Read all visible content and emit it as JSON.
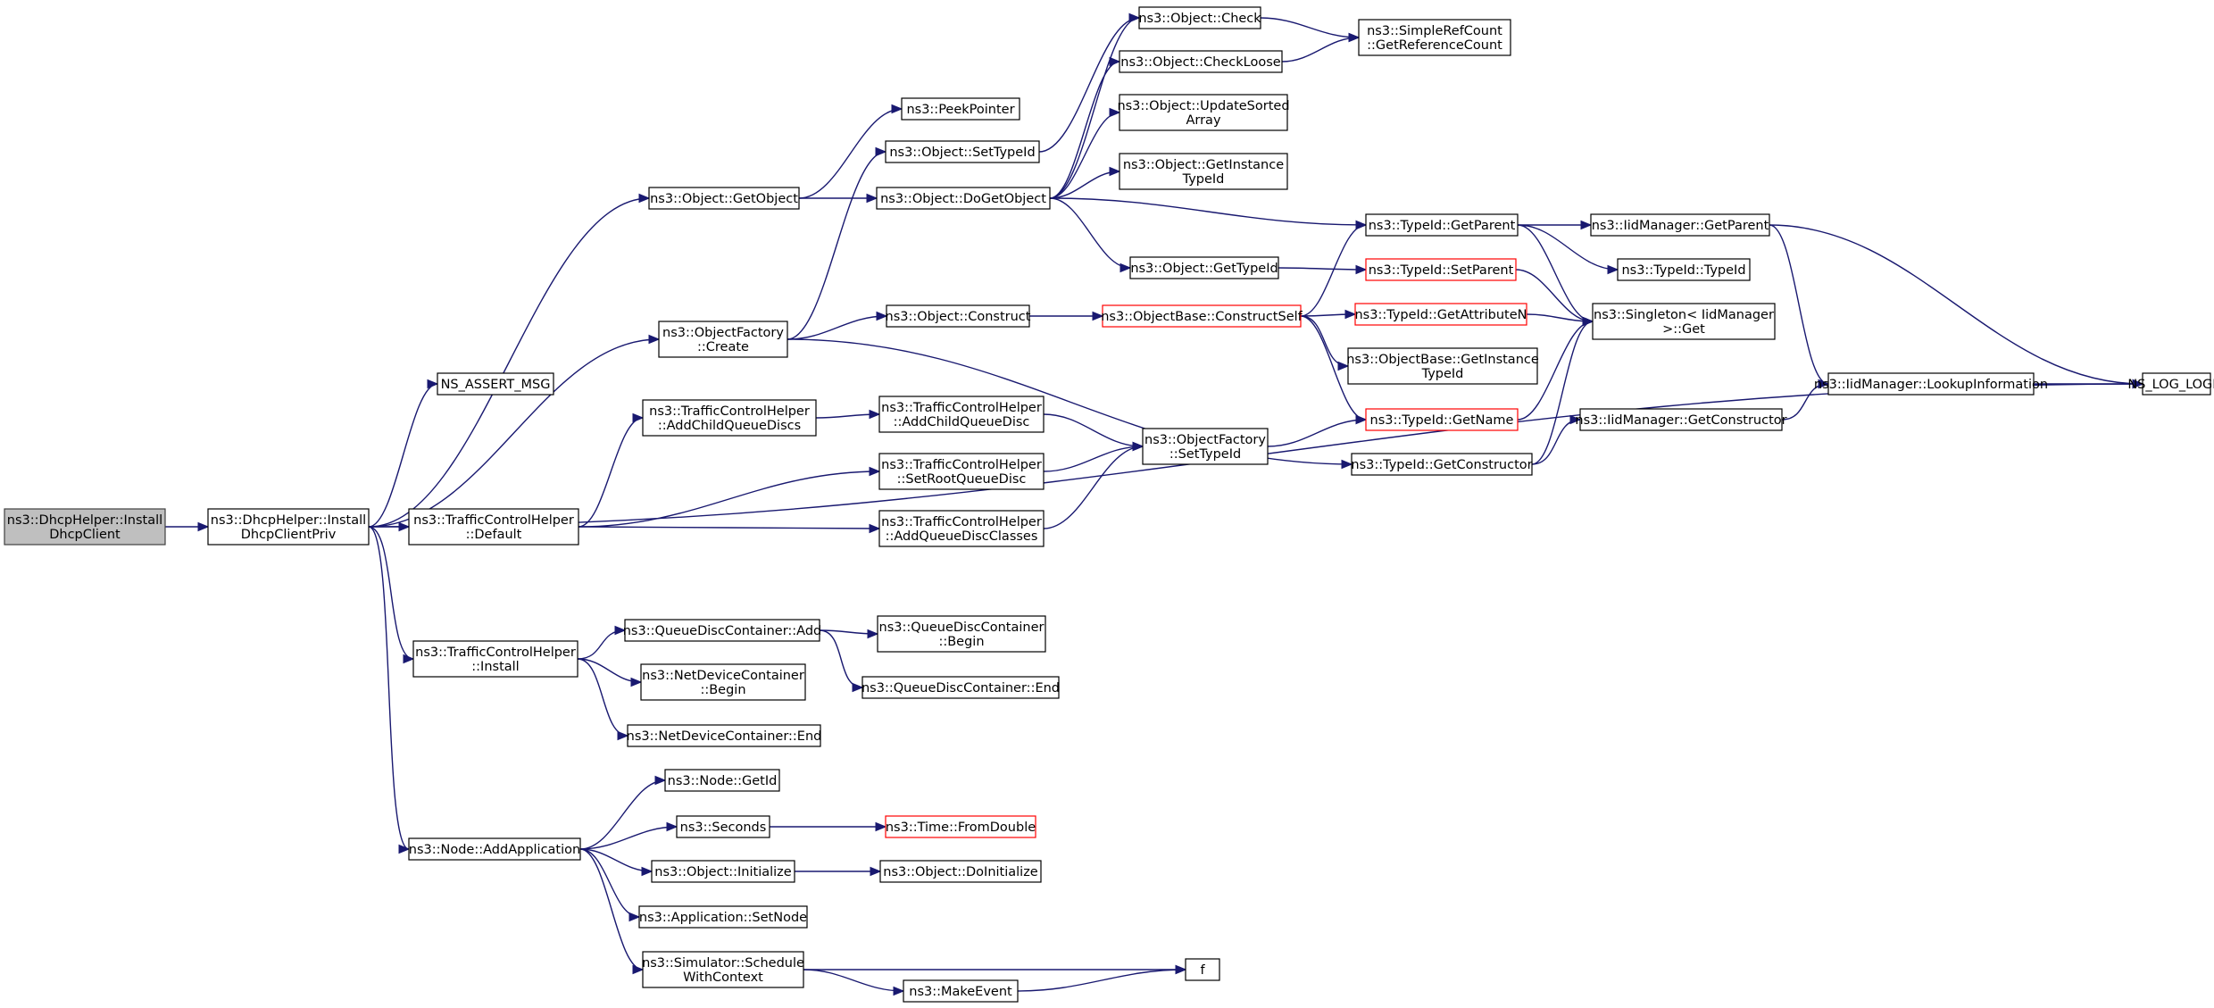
{
  "colors": {
    "edge": "#191970",
    "node_border": "#000000",
    "root_fill": "#bfbfbf",
    "truncated_border": "#ff0000"
  },
  "nodes": [
    {
      "id": "n0",
      "lines": [
        "ns3::DhcpHelper::Install",
        "DhcpClient"
      ],
      "style": "root"
    },
    {
      "id": "n1",
      "lines": [
        "ns3::DhcpHelper::Install",
        "DhcpClientPriv"
      ]
    },
    {
      "id": "n2",
      "lines": [
        "NS_ASSERT_MSG"
      ]
    },
    {
      "id": "n3",
      "lines": [
        "ns3::Object::GetObject"
      ]
    },
    {
      "id": "n4",
      "lines": [
        "ns3::ObjectFactory",
        "::Create"
      ]
    },
    {
      "id": "n5",
      "lines": [
        "ns3::TrafficControlHelper",
        "::AddChildQueueDiscs"
      ]
    },
    {
      "id": "n6",
      "lines": [
        "ns3::TrafficControlHelper",
        "::Default"
      ]
    },
    {
      "id": "n7",
      "lines": [
        "ns3::TrafficControlHelper",
        "::Install"
      ]
    },
    {
      "id": "n8",
      "lines": [
        "ns3::Node::AddApplication"
      ]
    },
    {
      "id": "n9",
      "lines": [
        "ns3::PeekPointer"
      ]
    },
    {
      "id": "n10",
      "lines": [
        "ns3::Object::SetTypeId"
      ]
    },
    {
      "id": "n11",
      "lines": [
        "ns3::Object::DoGetObject"
      ]
    },
    {
      "id": "n12",
      "lines": [
        "ns3::Object::Construct"
      ]
    },
    {
      "id": "n13",
      "lines": [
        "ns3::TrafficControlHelper",
        "::AddChildQueueDisc"
      ]
    },
    {
      "id": "n14",
      "lines": [
        "ns3::TrafficControlHelper",
        "::SetRootQueueDisc"
      ]
    },
    {
      "id": "n15",
      "lines": [
        "ns3::TrafficControlHelper",
        "::AddQueueDiscClasses"
      ]
    },
    {
      "id": "n16",
      "lines": [
        "ns3::QueueDiscContainer::Add"
      ]
    },
    {
      "id": "n17",
      "lines": [
        "ns3::NetDeviceContainer",
        "::Begin"
      ]
    },
    {
      "id": "n18",
      "lines": [
        "ns3::NetDeviceContainer::End"
      ]
    },
    {
      "id": "n19",
      "lines": [
        "ns3::QueueDiscContainer",
        "::Begin"
      ]
    },
    {
      "id": "n20",
      "lines": [
        "ns3::QueueDiscContainer::End"
      ]
    },
    {
      "id": "n21",
      "lines": [
        "ns3::Node::GetId"
      ]
    },
    {
      "id": "n22",
      "lines": [
        "ns3::Seconds"
      ]
    },
    {
      "id": "n23",
      "lines": [
        "ns3::Object::Initialize"
      ]
    },
    {
      "id": "n24",
      "lines": [
        "ns3::Application::SetNode"
      ]
    },
    {
      "id": "n25",
      "lines": [
        "ns3::Simulator::Schedule",
        "WithContext"
      ]
    },
    {
      "id": "n26",
      "lines": [
        "ns3::Time::FromDouble"
      ],
      "style": "truncated"
    },
    {
      "id": "n27",
      "lines": [
        "ns3::Object::DoInitialize"
      ]
    },
    {
      "id": "n28",
      "lines": [
        "ns3::MakeEvent"
      ]
    },
    {
      "id": "n29",
      "lines": [
        "f"
      ]
    },
    {
      "id": "n30",
      "lines": [
        "ns3::Object::Check"
      ]
    },
    {
      "id": "n31",
      "lines": [
        "ns3::Object::CheckLoose"
      ]
    },
    {
      "id": "n32",
      "lines": [
        "ns3::Object::UpdateSorted",
        "Array"
      ]
    },
    {
      "id": "n33",
      "lines": [
        "ns3::Object::GetInstance",
        "TypeId"
      ]
    },
    {
      "id": "n34",
      "lines": [
        "ns3::Object::GetTypeId"
      ]
    },
    {
      "id": "n35",
      "lines": [
        "ns3::ObjectBase::ConstructSelf"
      ],
      "style": "truncated"
    },
    {
      "id": "n36",
      "lines": [
        "ns3::ObjectFactory",
        "::SetTypeId"
      ]
    },
    {
      "id": "n37",
      "lines": [
        "ns3::SimpleRefCount",
        "::GetReferenceCount"
      ]
    },
    {
      "id": "n38",
      "lines": [
        "ns3::TypeId::GetParent"
      ]
    },
    {
      "id": "n39",
      "lines": [
        "ns3::TypeId::SetParent"
      ],
      "style": "truncated"
    },
    {
      "id": "n40",
      "lines": [
        "ns3::TypeId::GetAttributeN"
      ],
      "style": "truncated"
    },
    {
      "id": "n41",
      "lines": [
        "ns3::ObjectBase::GetInstance",
        "TypeId"
      ]
    },
    {
      "id": "n42",
      "lines": [
        "ns3::TypeId::GetName"
      ],
      "style": "truncated"
    },
    {
      "id": "n43",
      "lines": [
        "ns3::TypeId::GetConstructor"
      ]
    },
    {
      "id": "n44",
      "lines": [
        "ns3::IidManager::GetParent"
      ]
    },
    {
      "id": "n45",
      "lines": [
        "ns3::TypeId::TypeId"
      ]
    },
    {
      "id": "n46",
      "lines": [
        "ns3::Singleton< IidManager",
        " >::Get"
      ]
    },
    {
      "id": "n47",
      "lines": [
        "ns3::IidManager::GetConstructor"
      ]
    },
    {
      "id": "n48",
      "lines": [
        "ns3::IidManager::LookupInformation"
      ]
    },
    {
      "id": "n49",
      "lines": [
        "NS_LOG_LOGIC"
      ]
    }
  ],
  "edges": [
    [
      "n0",
      "n1"
    ],
    [
      "n1",
      "n2"
    ],
    [
      "n1",
      "n3"
    ],
    [
      "n1",
      "n4"
    ],
    [
      "n1",
      "n6"
    ],
    [
      "n1",
      "n7"
    ],
    [
      "n1",
      "n8"
    ],
    [
      "n1",
      "n49"
    ],
    [
      "n3",
      "n9"
    ],
    [
      "n3",
      "n11"
    ],
    [
      "n4",
      "n10"
    ],
    [
      "n4",
      "n12"
    ],
    [
      "n4",
      "n43"
    ],
    [
      "n6",
      "n5"
    ],
    [
      "n6",
      "n14"
    ],
    [
      "n6",
      "n15"
    ],
    [
      "n5",
      "n13"
    ],
    [
      "n13",
      "n36"
    ],
    [
      "n14",
      "n36"
    ],
    [
      "n15",
      "n36"
    ],
    [
      "n7",
      "n16"
    ],
    [
      "n7",
      "n17"
    ],
    [
      "n7",
      "n18"
    ],
    [
      "n16",
      "n19"
    ],
    [
      "n16",
      "n20"
    ],
    [
      "n8",
      "n21"
    ],
    [
      "n8",
      "n22"
    ],
    [
      "n8",
      "n23"
    ],
    [
      "n8",
      "n24"
    ],
    [
      "n8",
      "n25"
    ],
    [
      "n22",
      "n26"
    ],
    [
      "n23",
      "n27"
    ],
    [
      "n25",
      "n28"
    ],
    [
      "n25",
      "n29"
    ],
    [
      "n28",
      "n29"
    ],
    [
      "n10",
      "n30"
    ],
    [
      "n11",
      "n30"
    ],
    [
      "n11",
      "n31"
    ],
    [
      "n11",
      "n32"
    ],
    [
      "n11",
      "n33"
    ],
    [
      "n11",
      "n34"
    ],
    [
      "n11",
      "n38"
    ],
    [
      "n30",
      "n37"
    ],
    [
      "n31",
      "n37"
    ],
    [
      "n12",
      "n35"
    ],
    [
      "n34",
      "n39"
    ],
    [
      "n35",
      "n38"
    ],
    [
      "n35",
      "n40"
    ],
    [
      "n35",
      "n41"
    ],
    [
      "n35",
      "n42"
    ],
    [
      "n36",
      "n42"
    ],
    [
      "n38",
      "n44"
    ],
    [
      "n38",
      "n45"
    ],
    [
      "n38",
      "n46"
    ],
    [
      "n39",
      "n46"
    ],
    [
      "n40",
      "n46"
    ],
    [
      "n42",
      "n46"
    ],
    [
      "n43",
      "n46"
    ],
    [
      "n43",
      "n47"
    ],
    [
      "n44",
      "n48"
    ],
    [
      "n44",
      "n49"
    ],
    [
      "n47",
      "n48"
    ],
    [
      "n48",
      "n49"
    ]
  ]
}
